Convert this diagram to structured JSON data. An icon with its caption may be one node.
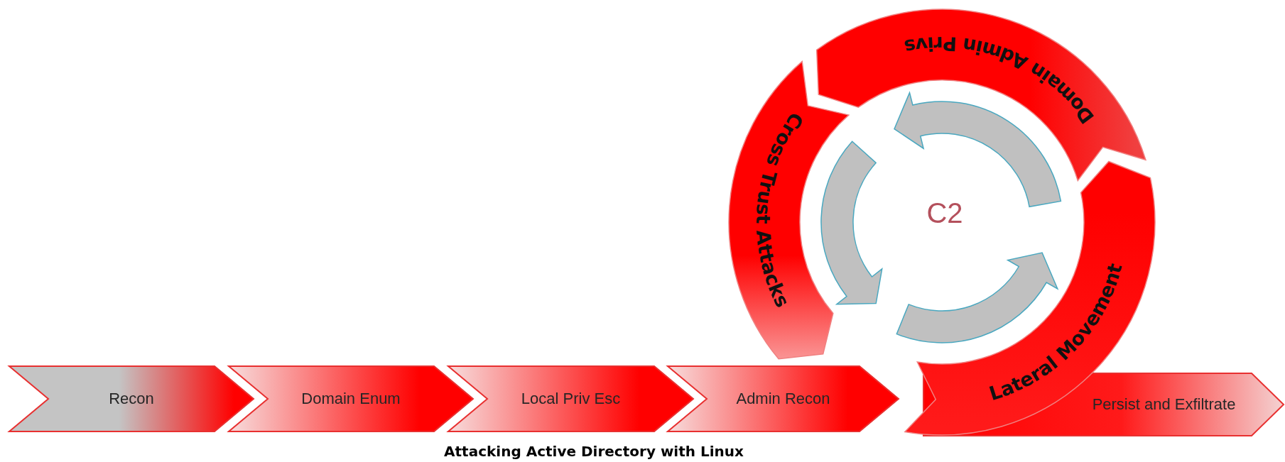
{
  "diagram": {
    "caption": "Attacking Active Directory with Linux",
    "nodes": [
      {
        "text": [
          "Recon"
        ]
      },
      {
        "text": [
          "Domain Enum"
        ]
      },
      {
        "text": [
          "Local Priv Esc"
        ]
      },
      {
        "text": [
          "Admin Recon"
        ]
      },
      {
        "text": [
          "Lateral Movement"
        ]
      },
      {
        "text": [
          "Domain Admin Privs"
        ]
      },
      {
        "text": [
          "Cross Trust Attacks"
        ]
      },
      {
        "text": [
          "C2"
        ]
      },
      {
        "text": [
          "Persist and Exfiltrate"
        ]
      }
    ]
  }
}
